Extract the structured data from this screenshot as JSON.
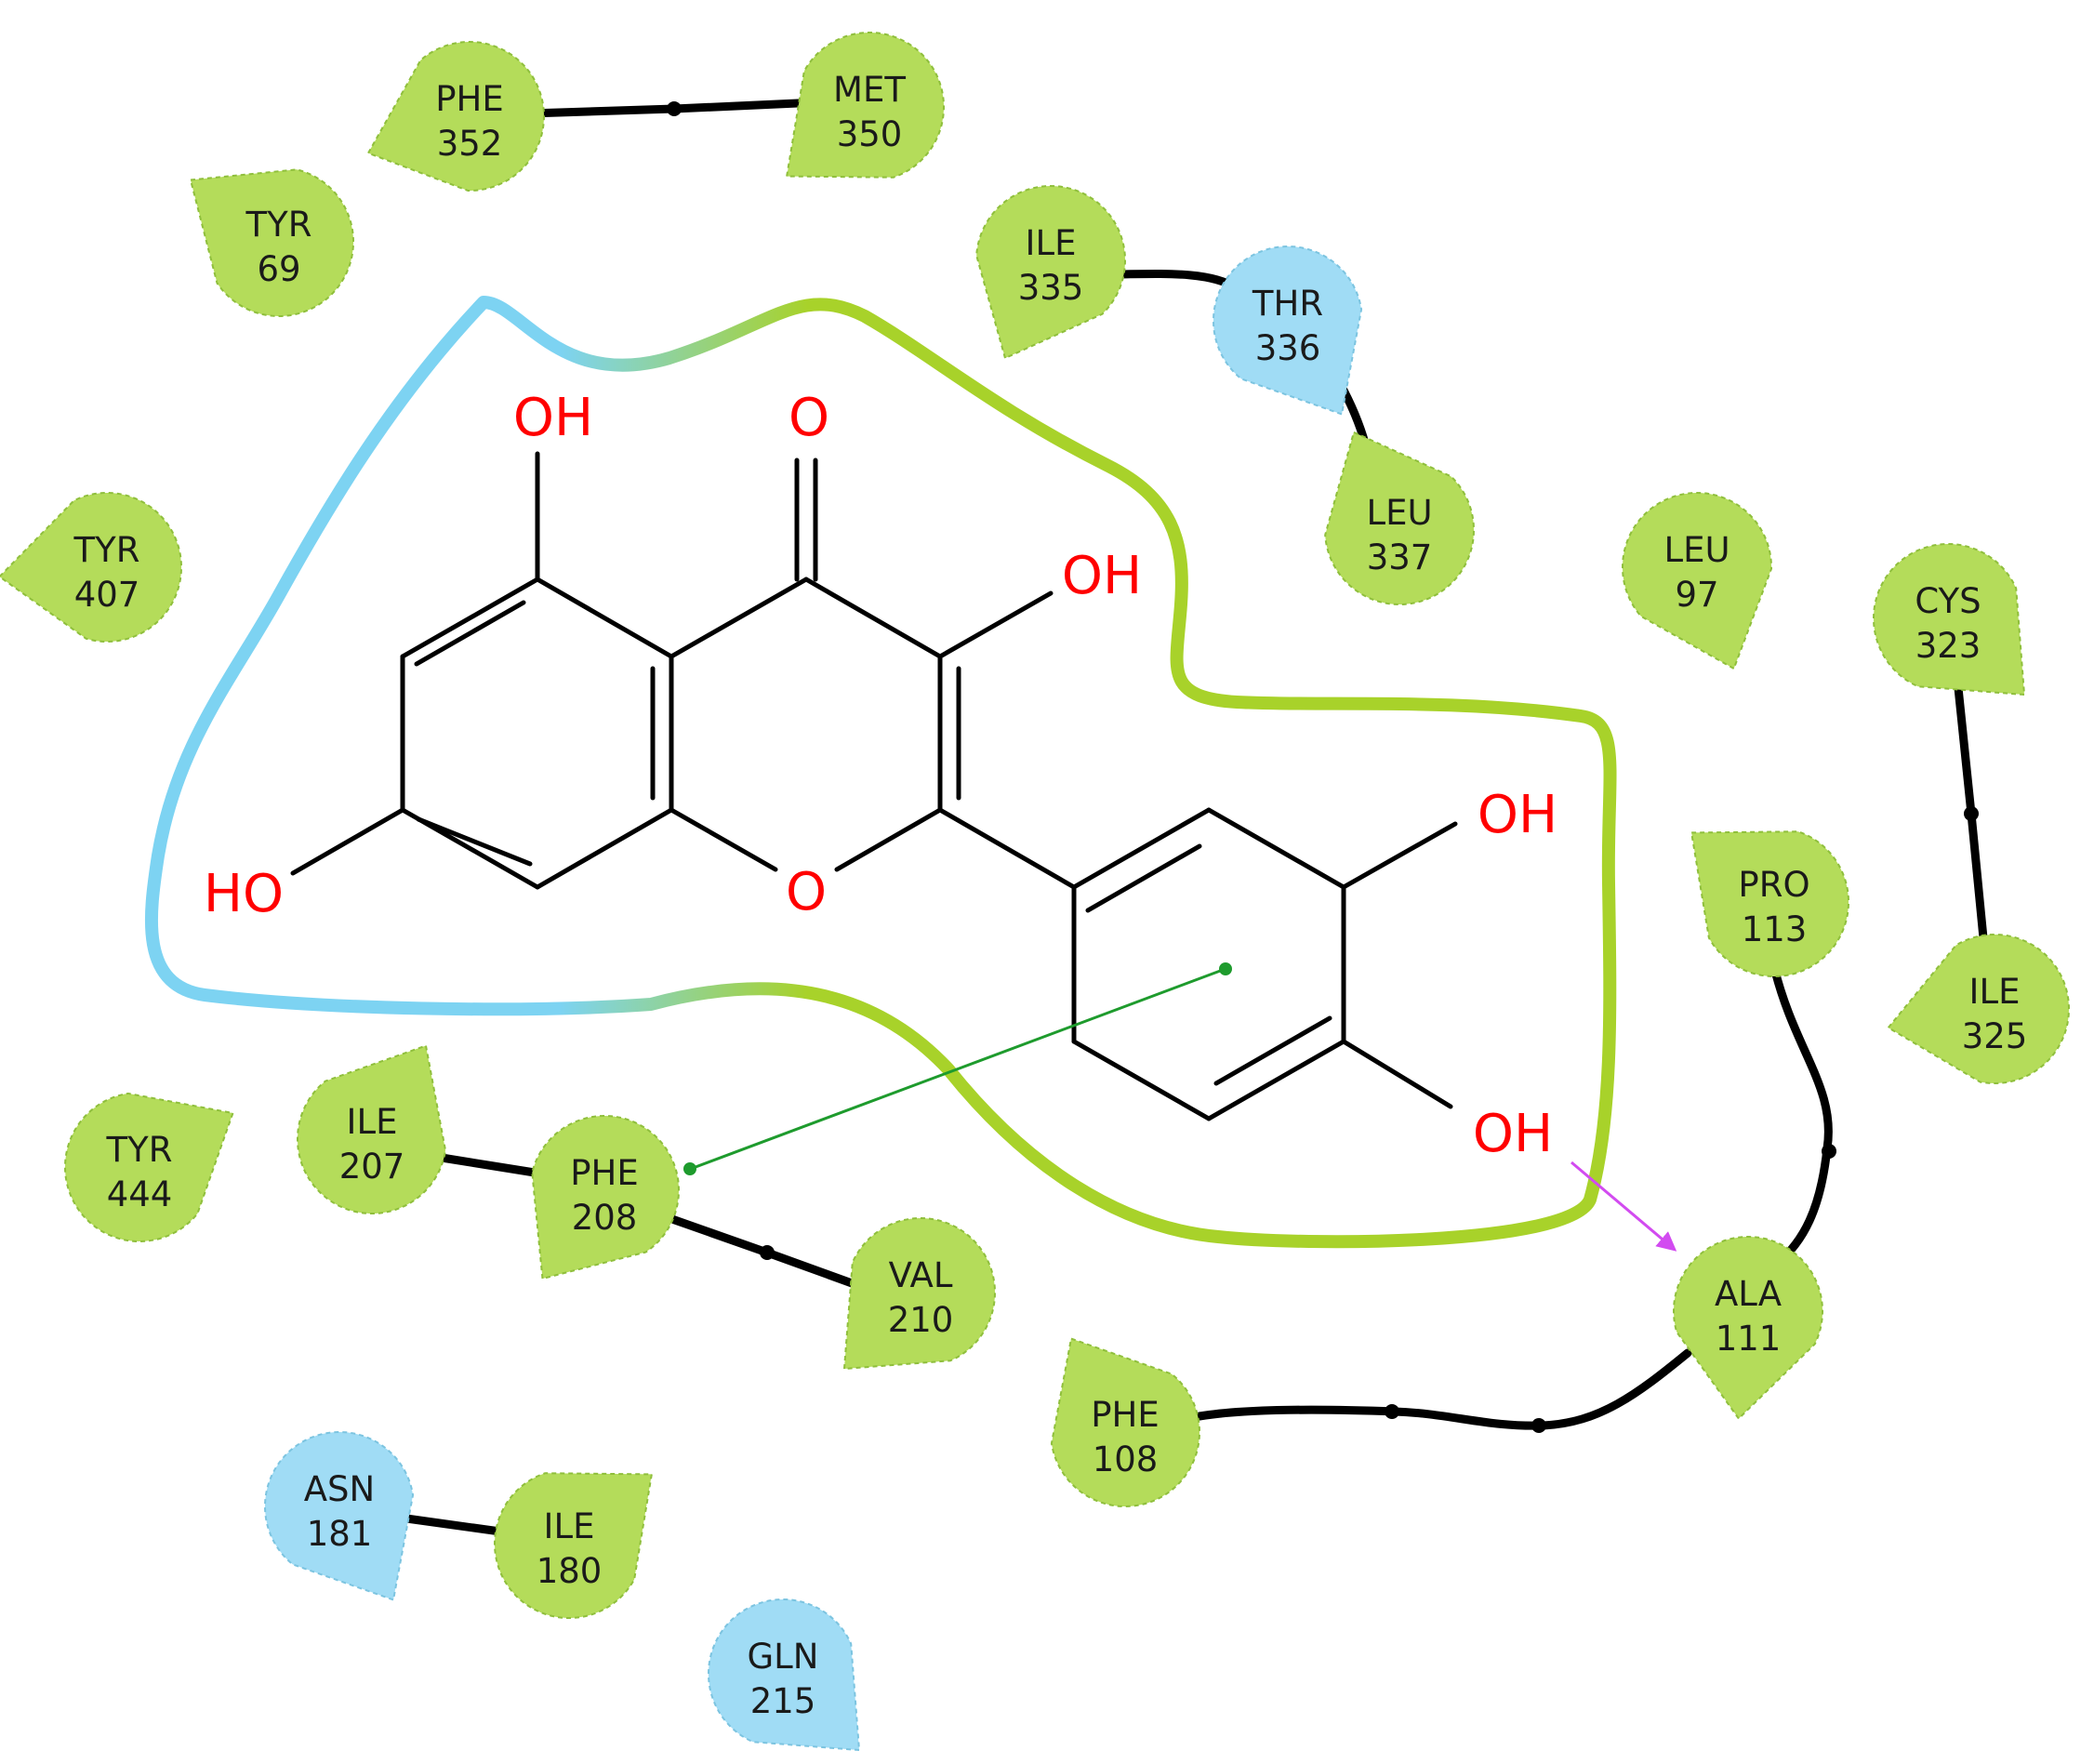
{
  "colors": {
    "hydrophobic_fill": "#b4dc5a",
    "polar_fill": "#a0dcf5",
    "pocket_green": "#a8d22a",
    "pocket_blue": "#78d2f0",
    "pi_pi_stacking": "#1e9b2d",
    "h_bond": "#d24bf0",
    "heteroatom": "#ff0000"
  },
  "residues": [
    {
      "id": "phe352",
      "name": "PHE",
      "number": "352",
      "type": "hydrophobic"
    },
    {
      "id": "met350",
      "name": "MET",
      "number": "350",
      "type": "hydrophobic"
    },
    {
      "id": "tyr69",
      "name": "TYR",
      "number": "69",
      "type": "hydrophobic"
    },
    {
      "id": "ile335",
      "name": "ILE",
      "number": "335",
      "type": "hydrophobic"
    },
    {
      "id": "thr336",
      "name": "THR",
      "number": "336",
      "type": "polar"
    },
    {
      "id": "leu337",
      "name": "LEU",
      "number": "337",
      "type": "hydrophobic"
    },
    {
      "id": "tyr407",
      "name": "TYR",
      "number": "407",
      "type": "hydrophobic"
    },
    {
      "id": "leu97",
      "name": "LEU",
      "number": "97",
      "type": "hydrophobic"
    },
    {
      "id": "cys323",
      "name": "CYS",
      "number": "323",
      "type": "hydrophobic"
    },
    {
      "id": "pro113",
      "name": "PRO",
      "number": "113",
      "type": "hydrophobic"
    },
    {
      "id": "ile325",
      "name": "ILE",
      "number": "325",
      "type": "hydrophobic"
    },
    {
      "id": "ile207",
      "name": "ILE",
      "number": "207",
      "type": "hydrophobic"
    },
    {
      "id": "tyr444",
      "name": "TYR",
      "number": "444",
      "type": "hydrophobic"
    },
    {
      "id": "phe208",
      "name": "PHE",
      "number": "208",
      "type": "hydrophobic"
    },
    {
      "id": "val210",
      "name": "VAL",
      "number": "210",
      "type": "hydrophobic"
    },
    {
      "id": "ala111",
      "name": "ALA",
      "number": "111",
      "type": "hydrophobic"
    },
    {
      "id": "phe108",
      "name": "PHE",
      "number": "108",
      "type": "hydrophobic"
    },
    {
      "id": "asn181",
      "name": "ASN",
      "number": "181",
      "type": "polar"
    },
    {
      "id": "ile180",
      "name": "ILE",
      "number": "180",
      "type": "hydrophobic"
    },
    {
      "id": "gln215",
      "name": "GLN",
      "number": "215",
      "type": "polar"
    }
  ],
  "ligand": {
    "atom_labels": {
      "oh5": "OH",
      "o4": "O",
      "oh3": "OH",
      "oh7": "HO",
      "o1": "O",
      "oh3p": "OH",
      "oh4p": "OH"
    }
  },
  "interactions": [
    {
      "type": "pi-pi stacking",
      "ligand_part": "catechol ring",
      "residue": "phe208"
    },
    {
      "type": "hydrogen bond",
      "ligand_part": "4'-OH",
      "residue": "ala111"
    }
  ]
}
